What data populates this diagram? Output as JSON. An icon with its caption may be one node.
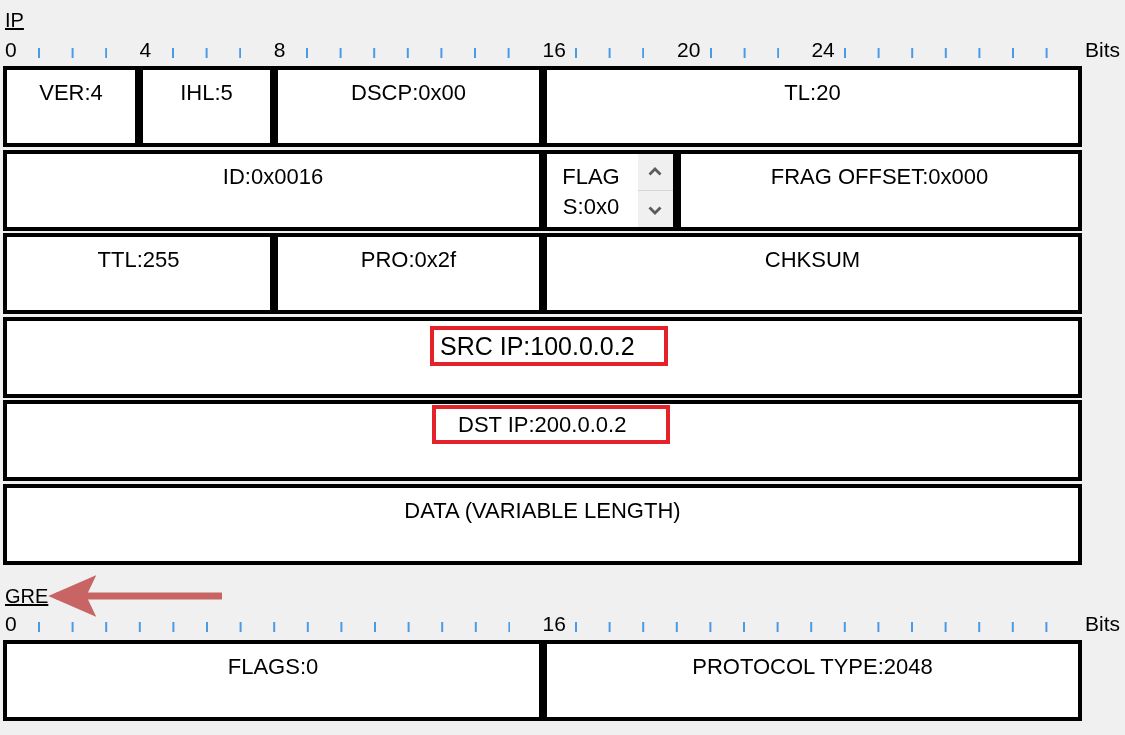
{
  "diagram": {
    "nodes": [
      {
        "text": [
          "VER:4"
        ]
      },
      {
        "text": [
          "IHL:5"
        ]
      },
      {
        "text": [
          "DSCP:0x00"
        ]
      },
      {
        "text": [
          "TL:20"
        ]
      },
      {
        "text": [
          "ID:0x0016"
        ]
      },
      {
        "text": [
          "FLAGS:0x0"
        ]
      },
      {
        "text": [
          "FRAG OFFSET:0x000"
        ]
      },
      {
        "text": [
          "TTL:255"
        ]
      },
      {
        "text": [
          "PRO:0x2f"
        ]
      },
      {
        "text": [
          "CHKSUM"
        ]
      },
      {
        "text": [],
        "shape": "box"
      },
      {
        "text": [
          "SRC IP:100.0.0.2"
        ],
        "in": 10
      },
      {
        "text": [],
        "shape": "box"
      },
      {
        "text": [
          "DST IP:200.0.0.2"
        ],
        "in": 12
      },
      {
        "text": [
          "DATA (VARIABLE LENGTH)"
        ]
      },
      {
        "text": [
          "GRE"
        ]
      },
      {
        "text": [
          "FLAGS:0"
        ]
      },
      {
        "text": [
          "PROTOCOL TYPE:2048"
        ]
      }
    ],
    "edges": [
      {
        "from": null,
        "to": 15,
        "arrow": "to",
        "color": "#c96464"
      }
    ],
    "labels": [
      "IP",
      "0",
      "4",
      "8",
      "16",
      "20",
      "24",
      "Bits",
      "0",
      "16",
      "Bits"
    ]
  }
}
